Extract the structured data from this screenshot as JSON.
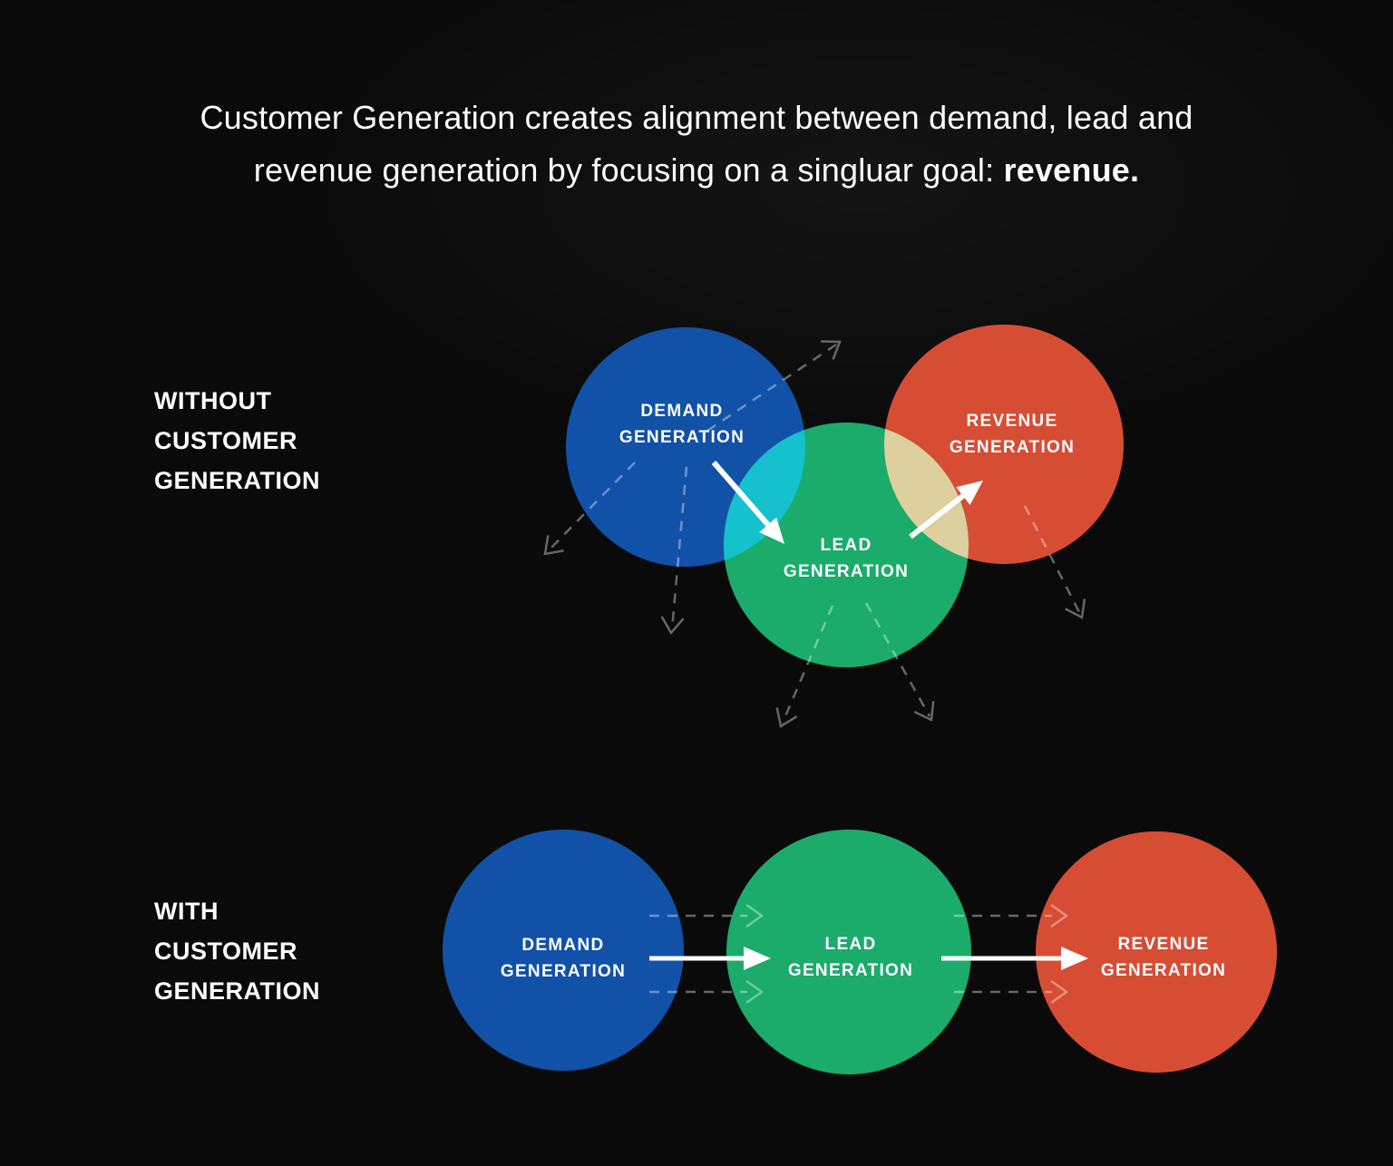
{
  "colors": {
    "background": "#0a0a0a",
    "text": "#ffffff",
    "blue": "#1152a8",
    "green": "#1bab6b",
    "red": "#d74d34",
    "overlap_blue_green": "#14c1cd",
    "overlap_green_red": "#ddd09e",
    "solid_arrow": "#ffffff",
    "dashed_arrow": "rgba(255,255,255,0.38)"
  },
  "title": {
    "line1": "Customer Generation creates alignment between demand, lead and",
    "line2_regular": "revenue generation by focusing on a singluar goal: ",
    "line2_bold": "revenue."
  },
  "sections": {
    "without": {
      "label_lines": [
        "WITHOUT",
        "CUSTOMER",
        "GENERATION"
      ]
    },
    "with": {
      "label_lines": [
        "WITH",
        "CUSTOMER",
        "GENERATION"
      ]
    }
  },
  "diagram_without": {
    "circles": [
      {
        "name": "demand",
        "label_line1": "DEMAND",
        "label_line2": "GENERATION"
      },
      {
        "name": "lead",
        "label_line1": "LEAD",
        "label_line2": "GENERATION"
      },
      {
        "name": "revenue",
        "label_line1": "REVENUE",
        "label_line2": "GENERATION"
      }
    ]
  },
  "diagram_with": {
    "circles": [
      {
        "name": "demand",
        "label_line1": "DEMAND",
        "label_line2": "GENERATION"
      },
      {
        "name": "lead",
        "label_line1": "LEAD",
        "label_line2": "GENERATION"
      },
      {
        "name": "revenue",
        "label_line1": "REVENUE",
        "label_line2": "GENERATION"
      }
    ]
  }
}
